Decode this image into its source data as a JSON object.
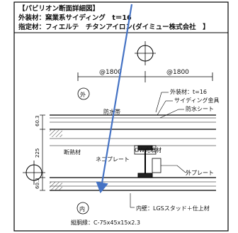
{
  "header": {
    "line1": "【パビリオン断面詳細図】",
    "line2": "外装材：窯業系サイディング　t＝16",
    "line3": "指定材：フィエルテ　チタンアイロン(ダイミュー株式会社　】"
  },
  "drawing": {
    "dim_left": "@1800",
    "dim_right": "@1800",
    "side_out": "外",
    "side_in": "内",
    "notes_right": [
      "外装材：t=16",
      "サイディング金具",
      "防水シート"
    ],
    "label_gw": "GW充填材",
    "label_plate_outer": "外プレート",
    "label_plate_inner": "ネコプレート",
    "label_insulation": "断熱材",
    "label_lgs": "防水帯",
    "label_inner_wall": "内壁：LGSスタッド＋仕上材",
    "vert_dims": [
      "60.3",
      "225",
      "60.3"
    ],
    "footer": "縦胴縁：C-75x45x15x2.3"
  },
  "colors": {
    "arrow": "#4472c4",
    "header_border": "#000000"
  }
}
